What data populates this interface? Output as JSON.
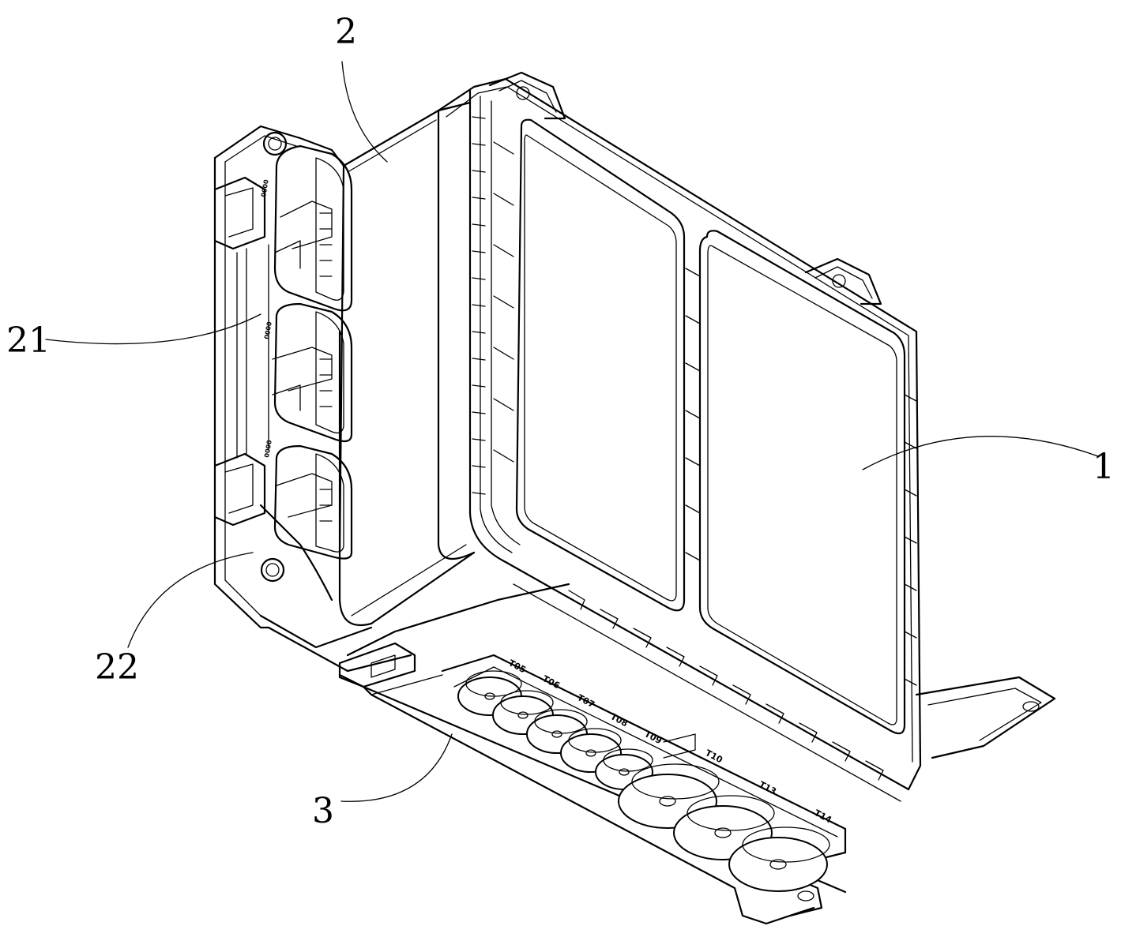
{
  "reference_numerals": {
    "housing": "1",
    "connector_module": "2",
    "connector_face": "21",
    "mount_flange": "22",
    "terminal_strip": "3"
  },
  "port_labels": [
    "T05",
    "T06",
    "T07",
    "T08",
    "T09",
    "T10",
    "T13",
    "T14"
  ],
  "connector_labels": [
    "0000",
    "0000",
    "0000"
  ]
}
